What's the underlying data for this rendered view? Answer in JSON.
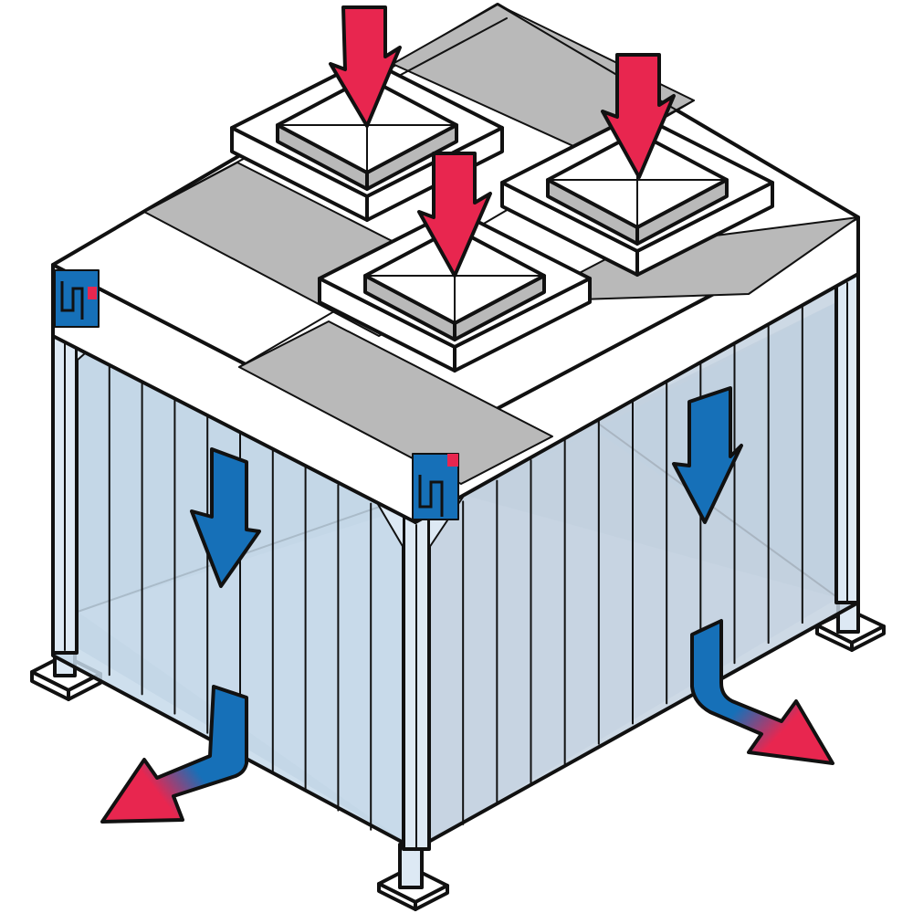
{
  "diagram": {
    "colors": {
      "outline": "#111111",
      "frame_white": "#ffffff",
      "roof_gray": "#b9b9b9",
      "curtain_left": "#c6d9ea",
      "curtain_right": "#c4d2e0",
      "curtain_inner": "#a9c3dc",
      "frame_post": "#dde9f4",
      "intake_arrow": "#e8264f",
      "down_arrow": "#1670b8",
      "exhaust_start": "#1670b8",
      "exhaust_end": "#e8264f"
    },
    "fan_units": [
      {
        "name": "fan-filter-unit-back"
      },
      {
        "name": "fan-filter-unit-right"
      },
      {
        "name": "fan-filter-unit-front"
      }
    ],
    "airflow": {
      "intake_arrows": 3,
      "downflow_arrows": 2,
      "exhaust_arrows": 2
    },
    "legs": 3
  }
}
